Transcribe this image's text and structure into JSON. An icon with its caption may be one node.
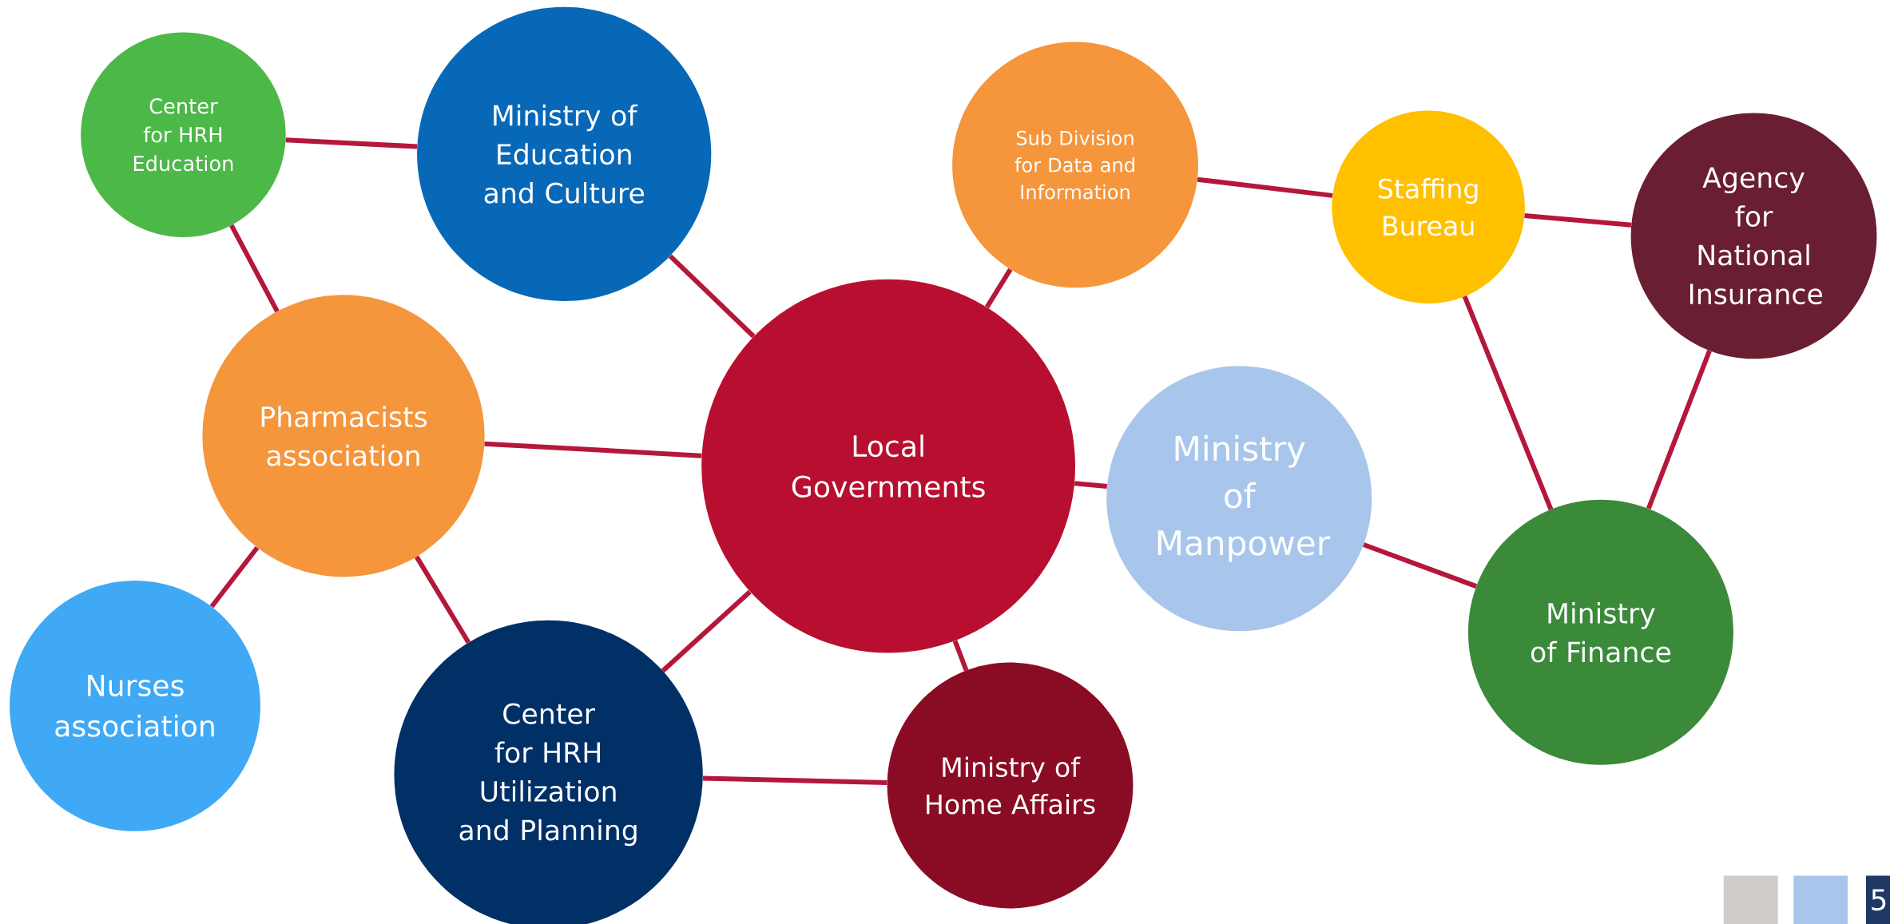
{
  "diagram": {
    "nodes": [
      {
        "text": [
          "Center for HRH Education"
        ]
      },
      {
        "text": [
          "Ministry of Education and Culture"
        ]
      },
      {
        "text": [
          "Sub Division for Data and Information"
        ]
      },
      {
        "text": [
          "Staffing Bureau"
        ]
      },
      {
        "text": [
          "Agency for National Insurance"
        ]
      },
      {
        "text": [
          "Pharmacists association"
        ]
      },
      {
        "text": [
          "Local Governments"
        ]
      },
      {
        "text": [
          "Ministry of Manpower"
        ]
      },
      {
        "text": [
          "Nurses association"
        ]
      },
      {
        "text": [
          "Center for HRH Utilization and Planning"
        ]
      },
      {
        "text": [
          "Ministry of Home Affairs"
        ]
      },
      {
        "text": [
          "Ministry of Finance"
        ]
      }
    ],
    "edges": [
      {
        "from": 0,
        "to": 1,
        "arrow": "none"
      },
      {
        "from": 0,
        "to": 5,
        "arrow": "none"
      },
      {
        "from": 1,
        "to": 6,
        "arrow": "none"
      },
      {
        "from": 2,
        "to": 6,
        "arrow": "none"
      },
      {
        "from": 2,
        "to": 3,
        "arrow": "none"
      },
      {
        "from": 3,
        "to": 4,
        "arrow": "none"
      },
      {
        "from": 3,
        "to": 11,
        "arrow": "none"
      },
      {
        "from": 4,
        "to": 11,
        "arrow": "none"
      },
      {
        "from": 5,
        "to": 6,
        "arrow": "none"
      },
      {
        "from": 5,
        "to": 8,
        "arrow": "none"
      },
      {
        "from": 5,
        "to": 9,
        "arrow": "none"
      },
      {
        "from": 6,
        "to": 7,
        "arrow": "none"
      },
      {
        "from": 6,
        "to": 9,
        "arrow": "none"
      },
      {
        "from": 6,
        "to": 10,
        "arrow": "none"
      },
      {
        "from": 7,
        "to": 11,
        "arrow": "none"
      },
      {
        "from": 9,
        "to": 10,
        "arrow": "none"
      }
    ],
    "labels": [
      "5"
    ]
  }
}
